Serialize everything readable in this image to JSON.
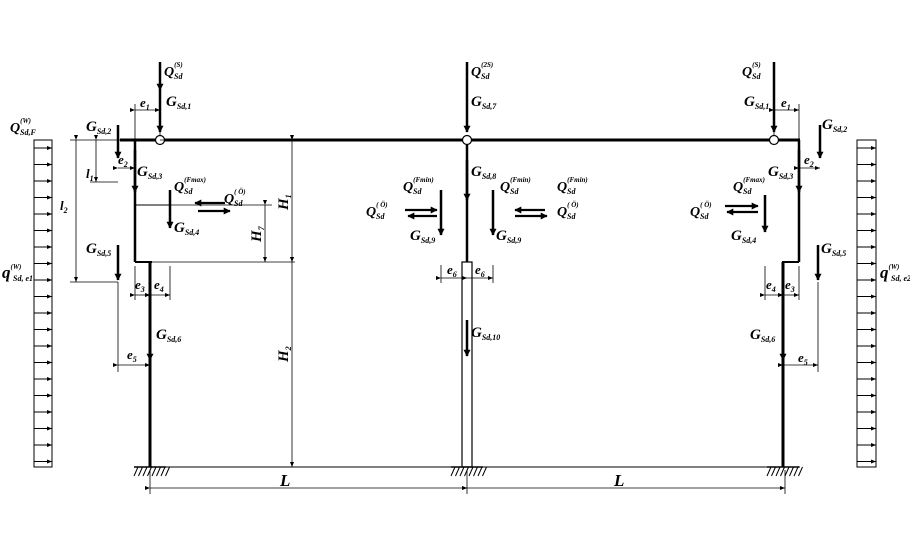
{
  "labels": {
    "Q_S": {
      "main": "Q",
      "sub": "Sd",
      "sup": "(S)"
    },
    "Q_2S": {
      "main": "Q",
      "sub": "Sd",
      "sup": "(2S)"
    },
    "Q_W_F": {
      "main": "Q",
      "sub": "Sd,F",
      "sup": "(W)"
    },
    "q_W_e1": {
      "main": "q",
      "sub": "Sd, e1",
      "sup": "(W)"
    },
    "q_W_e2": {
      "main": "q",
      "sub": "Sd, e2",
      "sup": "(W)"
    },
    "Q_Fmax": {
      "main": "Q",
      "sub": "Sd",
      "sup": "(Fmax)"
    },
    "Q_Fmin": {
      "main": "Q",
      "sub": "Sd",
      "sup": "(Fmin)"
    },
    "Q_O": {
      "main": "Q",
      "sub": "Sd",
      "sup": "( Ö)"
    },
    "G1": {
      "main": "G",
      "sub": "Sd,1"
    },
    "G2": {
      "main": "G",
      "sub": "Sd,2"
    },
    "G3": {
      "main": "G",
      "sub": "Sd,3"
    },
    "G4": {
      "main": "G",
      "sub": "Sd,4"
    },
    "G5": {
      "main": "G",
      "sub": "Sd,5"
    },
    "G6": {
      "main": "G",
      "sub": "Sd,6"
    },
    "G7": {
      "main": "G",
      "sub": "Sd,7"
    },
    "G8": {
      "main": "G",
      "sub": "Sd,8"
    },
    "G9": {
      "main": "G",
      "sub": "Sd,9"
    },
    "G10": {
      "main": "G",
      "sub": "Sd,10"
    },
    "e1": {
      "main": "e",
      "sub": "1"
    },
    "e2": {
      "main": "e",
      "sub": "2"
    },
    "e3": {
      "main": "e",
      "sub": "3"
    },
    "e4": {
      "main": "e",
      "sub": "4"
    },
    "e5": {
      "main": "e",
      "sub": "5"
    },
    "e6": {
      "main": "e",
      "sub": "6"
    },
    "l1": {
      "main": "l",
      "sub": "1"
    },
    "l2": {
      "main": "l",
      "sub": "2"
    },
    "H1": {
      "main": "H",
      "sub": "1"
    },
    "H2": {
      "main": "H",
      "sub": "2"
    },
    "H7": {
      "main": "H",
      "sub": "7"
    },
    "L": "L"
  },
  "colors": {
    "ink": "#000000",
    "background": "#ffffff"
  }
}
